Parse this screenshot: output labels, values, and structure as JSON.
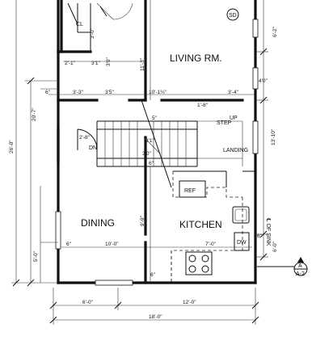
{
  "rooms": {
    "living": "LIVING RM.",
    "dining": "DINING",
    "kitchen": "KITCHEN"
  },
  "labels": {
    "closet": "CL",
    "smoke_detector": "SD",
    "step": "STEP",
    "up": "UP",
    "landing": "LANDING",
    "down": "DN",
    "refrigerator": "REF",
    "dishwasher": "DW",
    "sink_center": "℄ OF SINK",
    "section_letter": "A",
    "section_sheet": "A-2"
  },
  "dimensions": {
    "top_left_3_0": "3'-0\"",
    "left_2_1": "2'-1\"",
    "left_3_1": "3'1\"",
    "left_3_0": "3'0\"",
    "living_11_3": "11'-3\"",
    "right_6_2": "6'-2\"",
    "right_4_0": "4'0\"",
    "row_6": "6\"",
    "row_3_3": "3'-3\"",
    "row_3_5": "3'5\"",
    "row_10_1_5": "10'-1½\"",
    "row_3_4": "3'-4\"",
    "step_1_8": "1'-8\"",
    "stair_5": "5\"",
    "door_2_8": "2'-8\"",
    "stair_3_1": "3'1\"",
    "stair_3_0": "3'0\"",
    "stair_6": "6\"",
    "right_13_10": "13'-10\"",
    "left_20_7": "20'-7\"",
    "left_26_0": "26'-0\"",
    "kitchen_9_9": "9'-9\"",
    "left_5_0": "5'-0\"",
    "bottom_6": "6\"",
    "dining_10_0": "10'-0\"",
    "kitchen_7_0": "7'-0\"",
    "right_6": "6\"",
    "right_6_0": "6'-0\"",
    "bottom_6b": "6\"",
    "overall_6_0": "6'-0\"",
    "overall_12_0": "12'-0\"",
    "overall_18_0": "18'-0\""
  }
}
